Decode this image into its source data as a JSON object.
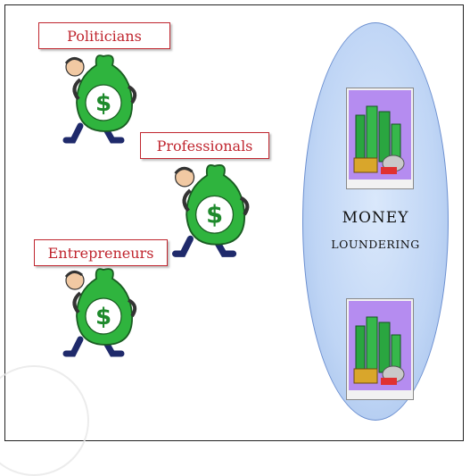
{
  "labels": {
    "politicians": "Politicians",
    "professionals": "Professionals",
    "entrepreneurs": "Entrepreneurs"
  },
  "money_text": {
    "line1": "MONEY",
    "line2": "LOUNDERING"
  },
  "bag_symbol": "$",
  "colors": {
    "label_border": "#c0262f",
    "label_text": "#c0262f",
    "bag_green": "#2fb43e",
    "ellipse_fill": "#bfd5f5",
    "image_bg": "#b58cf0"
  },
  "icons": [
    "money-bag-carrier-icon",
    "cash-stack-icon"
  ]
}
